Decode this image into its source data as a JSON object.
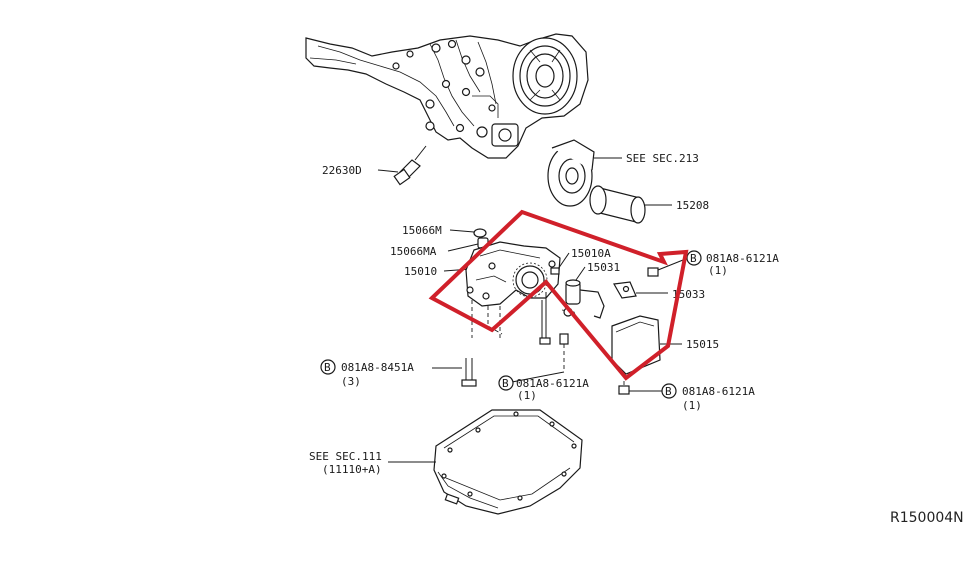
{
  "diagram": {
    "labels": {
      "p22630d": "22630D",
      "see213": "SEE SEC.213",
      "p15208": "15208",
      "p15066m": "15066M",
      "p15066ma": "15066MA",
      "p15010": "15010",
      "p15010a": "15010A",
      "p15031": "15031",
      "bolt1_code": "081A8-6121A",
      "bolt1_qty": "(1)",
      "p15033": "15033",
      "p15015": "15015",
      "bolt2_code": "081A8-8451A",
      "bolt2_qty": "(3)",
      "bolt3_code": "081A8-6121A",
      "bolt3_qty": "(1)",
      "bolt4_code": "081A8-6121A",
      "bolt4_qty": "(1)",
      "see111": "SEE SEC.111",
      "see111_sub": "(11110+A)",
      "ref_code": "R150004N",
      "b_marker": "B"
    },
    "colors": {
      "line": "#1a1a1a",
      "highlight": "#d0202a"
    }
  }
}
